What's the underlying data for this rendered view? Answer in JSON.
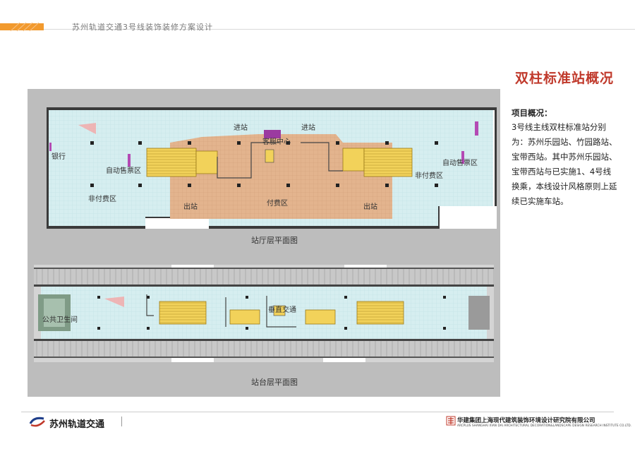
{
  "header": {
    "project_title": "苏州轨道交通3号线装饰装修方案设计",
    "accent_color": "#f29a2e"
  },
  "page_title": "双柱标准站概况",
  "hall_plan": {
    "caption": "站厅层平面图",
    "labels": {
      "enter_left": "进站",
      "enter_right": "进站",
      "service_center": "客服中心",
      "bank": "银行",
      "ticket_left": "自动售票区",
      "ticket_right": "自动售票区",
      "nonpaid_left": "非付费区",
      "nonpaid_right": "非付费区",
      "exit_left": "出站",
      "exit_right": "出站",
      "paid_area": "付费区"
    }
  },
  "platform_plan": {
    "caption": "站台层平面图",
    "labels": {
      "toilet": "公共卫生间",
      "vertical_transport": "垂直交通"
    }
  },
  "summary": {
    "heading": "项目概况：",
    "body": "3号线主线双柱标准站分别为：苏州乐园站、竹园路站、宝带西站。其中苏州乐园站、宝带西站与已实施1、4号线换乘，本线设计风格原则上延续已实施车站。"
  },
  "footer": {
    "logo_text": "苏州轨道交通",
    "institute_cn": "华建集团上海现代建筑装饰环境设计研究院有限公司",
    "institute_en": "ARCPLUS SHANGHAI XIAN DAI ARCHITECTURAL DECORATION&LANDSCAPE DESIGN RESEARCH INSTITUTE CO.LTD."
  },
  "colors": {
    "title_red": "#c0392b",
    "floor_cyan": "#d6eef0",
    "paid_tan": "#e3b48e",
    "escalator_yellow": "#f2d25a"
  }
}
